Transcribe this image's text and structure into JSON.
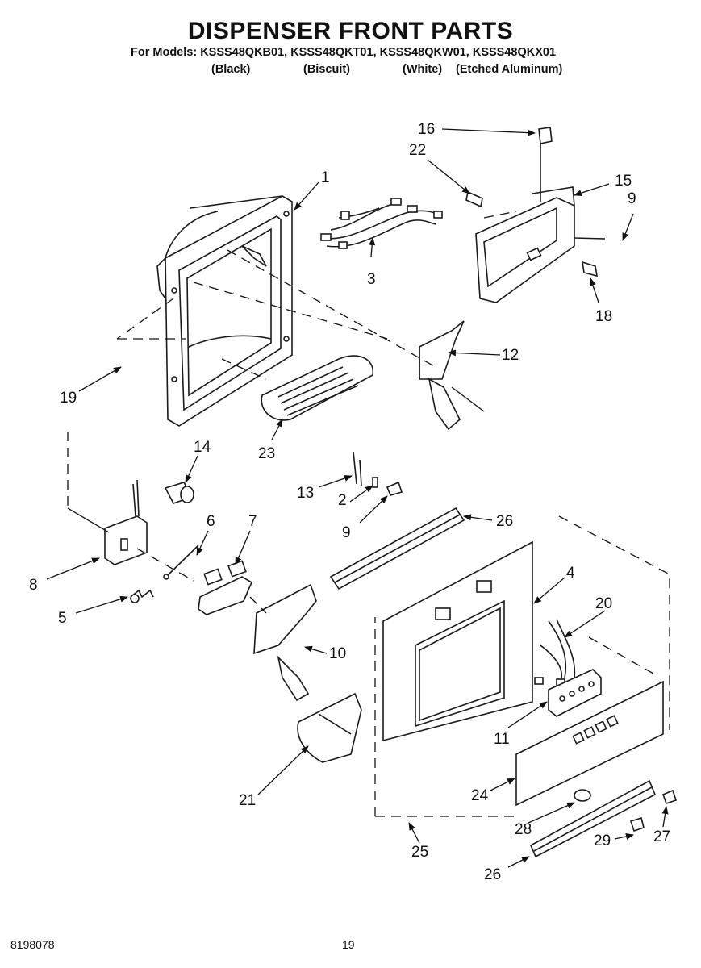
{
  "page": {
    "title": "DISPENSER FRONT PARTS",
    "models_line": "For Models: KSSS48QKB01, KSSS48QKT01, KSSS48QKW01, KSSS48QKX01",
    "finishes": [
      "(Black)",
      "(Biscuit)",
      "(White)",
      "(Etched Aluminum)"
    ],
    "doc_number": "8198078",
    "page_number": "19"
  },
  "callouts": [
    {
      "id": "c1",
      "label": "1"
    },
    {
      "id": "c2",
      "label": "2"
    },
    {
      "id": "c3",
      "label": "3"
    },
    {
      "id": "c4",
      "label": "4"
    },
    {
      "id": "c5",
      "label": "5"
    },
    {
      "id": "c6",
      "label": "6"
    },
    {
      "id": "c7",
      "label": "7"
    },
    {
      "id": "c8",
      "label": "8"
    },
    {
      "id": "c9a",
      "label": "9"
    },
    {
      "id": "c9b",
      "label": "9"
    },
    {
      "id": "c10",
      "label": "10"
    },
    {
      "id": "c11",
      "label": "11"
    },
    {
      "id": "c12",
      "label": "12"
    },
    {
      "id": "c13",
      "label": "13"
    },
    {
      "id": "c14",
      "label": "14"
    },
    {
      "id": "c15",
      "label": "15"
    },
    {
      "id": "c16",
      "label": "16"
    },
    {
      "id": "c18",
      "label": "18"
    },
    {
      "id": "c19",
      "label": "19"
    },
    {
      "id": "c20",
      "label": "20"
    },
    {
      "id": "c21",
      "label": "21"
    },
    {
      "id": "c22",
      "label": "22"
    },
    {
      "id": "c23",
      "label": "23"
    },
    {
      "id": "c24",
      "label": "24"
    },
    {
      "id": "c25",
      "label": "25"
    },
    {
      "id": "c26a",
      "label": "26"
    },
    {
      "id": "c26b",
      "label": "26"
    },
    {
      "id": "c27",
      "label": "27"
    },
    {
      "id": "c28",
      "label": "28"
    },
    {
      "id": "c29",
      "label": "29"
    }
  ]
}
